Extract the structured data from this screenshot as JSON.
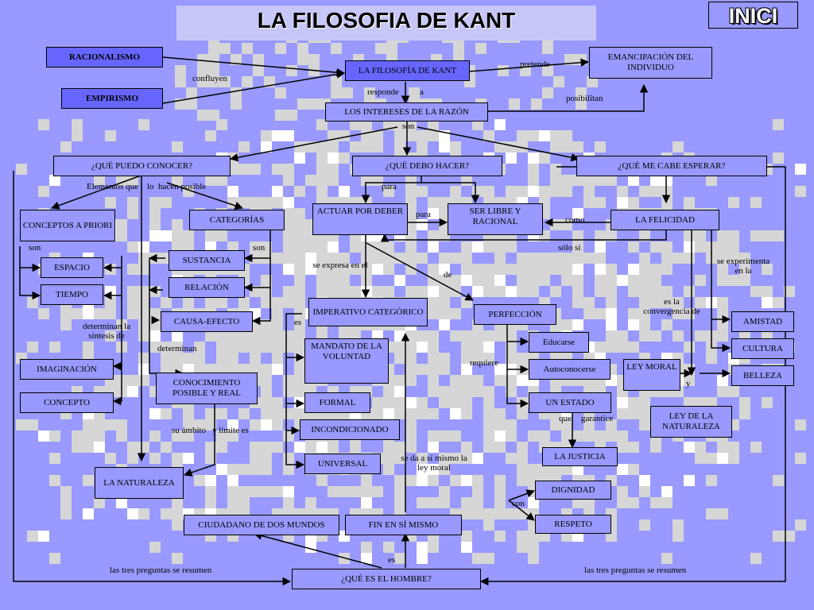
{
  "page": {
    "title": "LA FILOSOFIA DE KANT",
    "home_button": "INICI"
  },
  "colors": {
    "background": "#9999ff",
    "node_fill": "#9999ff",
    "node_dark_fill": "#6666ff",
    "pattern": "#d6d6d6",
    "title_band": "#c7c7f7"
  },
  "nodes": {
    "racionalismo": "RACIONALISMO",
    "empirismo": "EMPIRISMO",
    "filosofia_kant": "LA FILOSOFÍA DE KANT",
    "emancipacion": "EMANCIPACIÓN DEL INDIVIDUO",
    "intereses_razon": "LOS INTERESES DE LA RAZÓN",
    "que_puedo_conocer": "¿QUÉ PUEDO CONOCER?",
    "que_debo_hacer": "¿QUÉ DEBO HACER?",
    "que_me_cabe_esperar": "¿QUÉ ME CABE ESPERAR?",
    "conceptos_a_priori": "CONCEPTOS A PRIORI",
    "categorias": "CATEGORÍAS",
    "actuar_por_deber": "ACTUAR POR DEBER",
    "ser_libre_racional": "SER LIBRE Y RACIONAL",
    "la_felicidad": "LA FELICIDAD",
    "espacio": "ESPACIO",
    "tiempo": "TIEMPO",
    "sustancia": "SUSTANCIA",
    "relacion": "RELACIÓN",
    "causa_efecto": "CAUSA-EFECTO",
    "imperativo_categorico": "IMPERATIVO CATEGÓRICO",
    "perfeccion": "PERFECCIÓN",
    "amistad": "AMISTAD",
    "cultura": "CULTURA",
    "belleza": "BELLEZA",
    "imaginacion": "IMAGINACIÓN",
    "concepto": "CONCEPTO",
    "conocimiento_posible_real": "CONOCIMIENTO POSIBLE Y REAL",
    "mandato_voluntad": "MANDATO DE LA VOLUNTAD",
    "educarse": "Educarse",
    "autoconocerse": "Autoconocerse",
    "ley_moral": "LEY MORAL",
    "formal": "FORMAL",
    "un_estado": "UN ESTADO",
    "ley_naturaleza": "LEY DE LA NATURALEZA",
    "incondicionado": "INCONDICIONADO",
    "la_justicia": "LA JUSTICIA",
    "universal": "UNIVERSAL",
    "la_naturaleza": "LA NATURALEZA",
    "dignidad": "DIGNIDAD",
    "respeto": "RESPETO",
    "ciudadano_dos_mundos": "CIUDADANO DE DOS MUNDOS",
    "fin_en_si_mismo": "FIN EN SÍ MISMO",
    "que_es_el_hombre": "¿QUÉ ES EL HOMBRE?"
  },
  "labels": {
    "confluyen": "confluyen",
    "pretende": "pretende",
    "responde": "responde",
    "a": "a",
    "posibilitan": "posibilitan",
    "son_intereses": "son",
    "elementos_que": "Elementos que",
    "lo": "lo",
    "hacen_posible": "hacen posible",
    "para_debo": "para",
    "para_actuar": "para",
    "como": "como",
    "solo_si": "sólo si",
    "son_conceptos": "son",
    "son_categorias": "son",
    "se_expresa_en_el": "se expresa en el",
    "de": "de",
    "se_experimenta_en_la": "se experimenta en la",
    "es_la_convergencia_de": "es la convergencia de",
    "es_imperativo": "es",
    "determinan_sintesis": "determinan la síntesis de",
    "determinan": "determinan",
    "requiere": "requiere",
    "y": "y",
    "que": "que",
    "garantice": "garantice",
    "su_ambito": "su ámbito",
    "y_limite_es": "y límite es",
    "se_da_ley_moral": "se  da a sí mismo la ley moral",
    "con": "con",
    "es_hombre": "es",
    "resumen_izq": "las tres preguntas se resumen",
    "resumen_der": "las tres preguntas se resumen"
  }
}
